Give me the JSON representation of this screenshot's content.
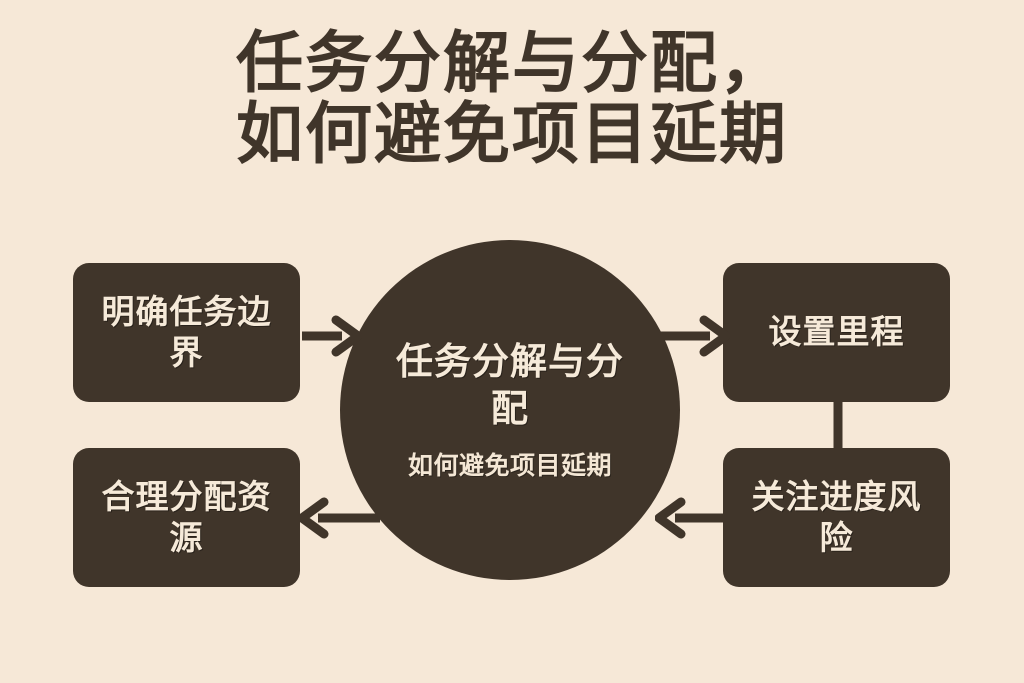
{
  "title": {
    "line1": "任务分解与分配，",
    "line2": "如何避免项目延期"
  },
  "center": {
    "title": "任务分解与分配",
    "subtitle": "如何避免项目延期"
  },
  "nodes": [
    {
      "id": "clarify-task-boundary",
      "label": "明确任务边界",
      "position": "top-left"
    },
    {
      "id": "set-milestones",
      "label": "设置里程",
      "position": "top-right"
    },
    {
      "id": "monitor-progress-risk",
      "label": "关注进度风险",
      "position": "bottom-right"
    },
    {
      "id": "allocate-resources",
      "label": "合理分配资源",
      "position": "bottom-left"
    }
  ],
  "connectors": [
    {
      "id": "tl-to-center",
      "from": "明确任务边界",
      "to": "任务分解与分配",
      "style": "arrow",
      "direction": "right"
    },
    {
      "id": "center-to-tr",
      "from": "任务分解与分配",
      "to": "设置里程",
      "style": "arrow",
      "direction": "right"
    },
    {
      "id": "tr-to-br",
      "from": "设置里程",
      "to": "关注进度风险",
      "style": "line",
      "direction": "down"
    },
    {
      "id": "br-to-center",
      "from": "关注进度风险",
      "to": "任务分解与分配",
      "style": "arrow",
      "direction": "left"
    },
    {
      "id": "center-to-bl",
      "from": "任务分解与分配",
      "to": "合理分配资源",
      "style": "arrow",
      "direction": "left"
    }
  ],
  "colors": {
    "background": "#f6e8d7",
    "ink": "#40352a",
    "text_on_dark": "#f6ead9"
  }
}
